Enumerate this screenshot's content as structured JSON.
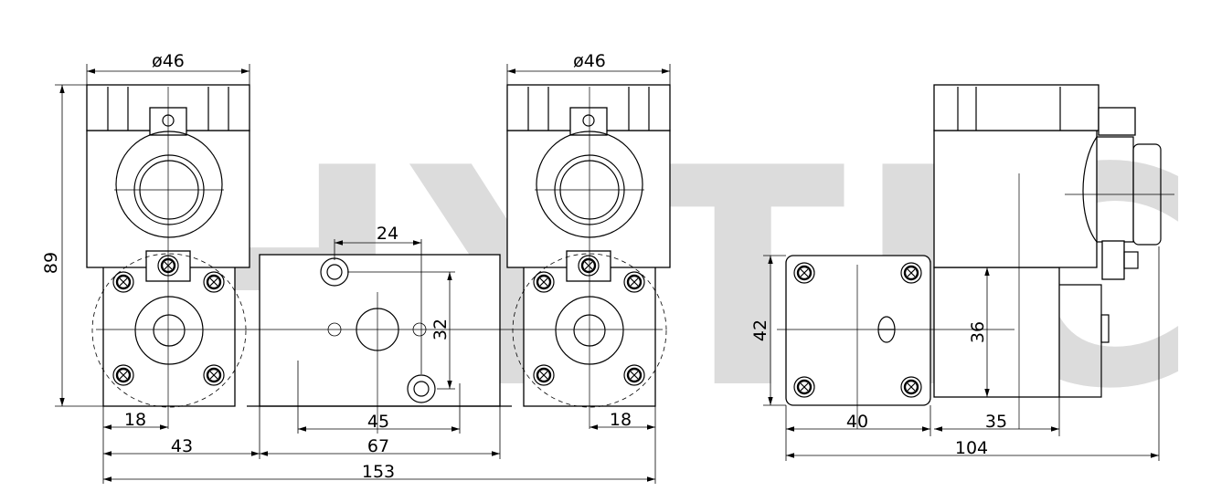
{
  "watermark": "HYTIC",
  "dimensions": {
    "dia_left": "ø46",
    "dia_right": "ø46",
    "height_total": "89",
    "port_spacing": "24",
    "port_height": "32",
    "left_offset": "18",
    "center_span": "45",
    "right_offset": "18",
    "left_width": "43",
    "center_width": "67",
    "total_width": "153",
    "side_height": "42",
    "side_inner": "36",
    "side_offset": "40",
    "side_coil": "35",
    "side_total": "104"
  },
  "colors": {
    "line": "#000000",
    "watermark": "#dcdcdc"
  }
}
